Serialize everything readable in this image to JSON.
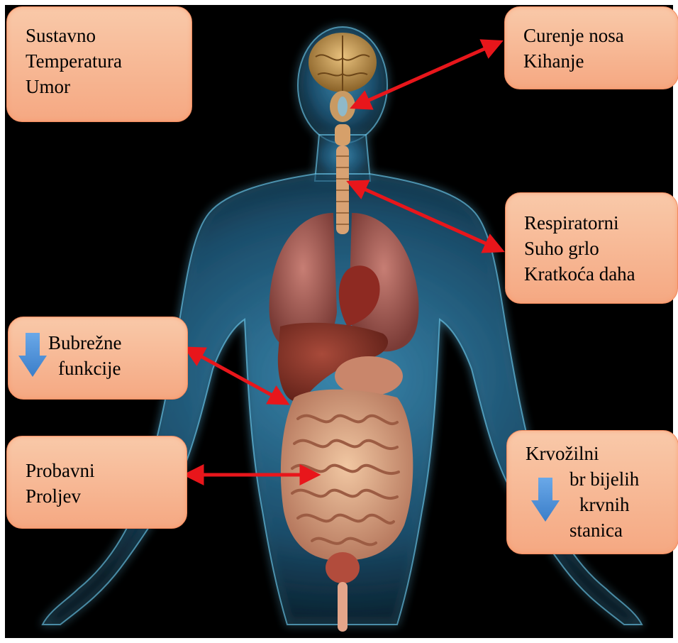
{
  "callouts": {
    "systemic": {
      "lines": [
        "Sustavno",
        "Temperatura",
        "Umor"
      ]
    },
    "nasal": {
      "lines": [
        "Curenje nosa",
        "Kihanje"
      ]
    },
    "respiratory": {
      "lines": [
        "Respiratorni",
        "Suho grlo",
        "Kratkoća daha"
      ]
    },
    "renal": {
      "lines": [
        "Bubrežne",
        "funkcije"
      ],
      "indicator": "down-arrow-icon"
    },
    "digestive": {
      "lines": [
        "Probavni",
        "Proljev"
      ]
    },
    "circulatory": {
      "lines": [
        "Krvožilni",
        "br bijelih",
        "krvnih",
        "stanica"
      ],
      "indicator": "down-arrow-icon"
    }
  },
  "colors": {
    "background": "#000000",
    "callout_fill": "#f7b896",
    "callout_border": "#f08a5e",
    "connector": "#e8161b",
    "indicator": "#4a8fd6",
    "body_glow": "#5fc3f0"
  }
}
